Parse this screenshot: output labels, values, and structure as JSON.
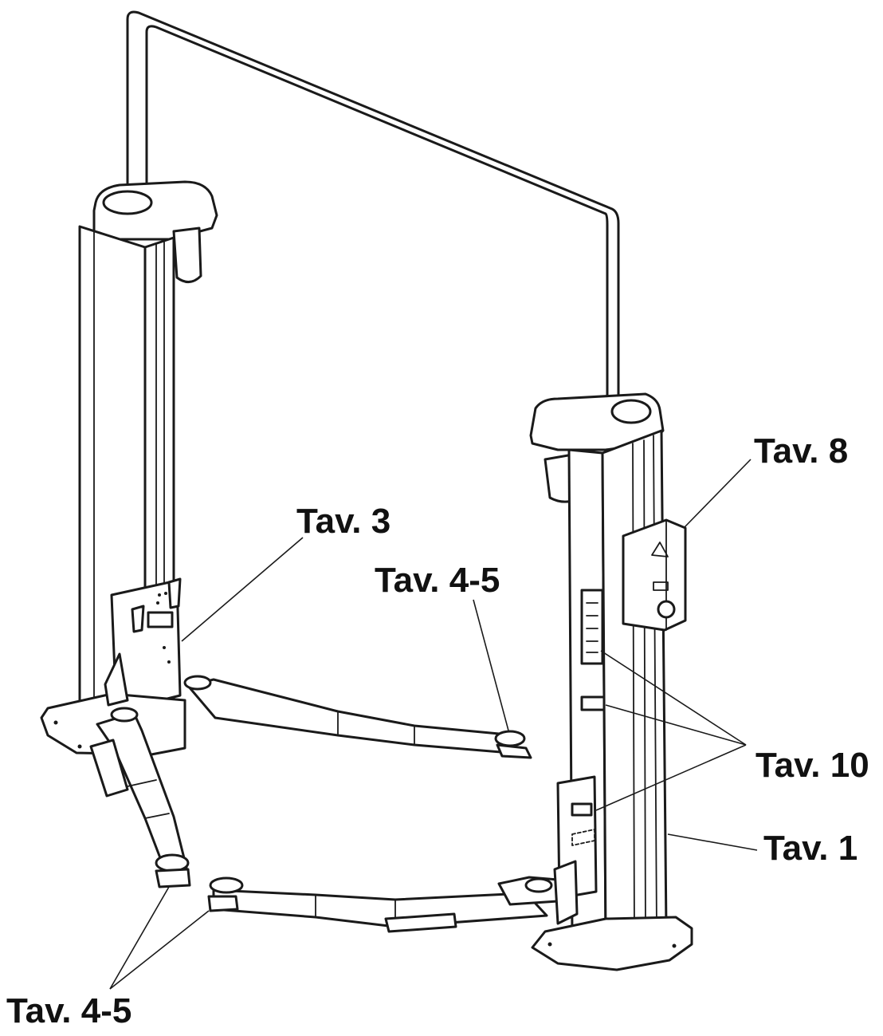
{
  "labels": {
    "tav3": "Tav. 3",
    "tav45_right": "Tav. 4-5",
    "tav8": "Tav. 8",
    "tav10": "Tav. 10",
    "tav1": "Tav. 1",
    "tav45_bottom": "Tav. 4-5"
  },
  "colors": {
    "ink": "#1a1a1a",
    "background": "#ffffff"
  }
}
